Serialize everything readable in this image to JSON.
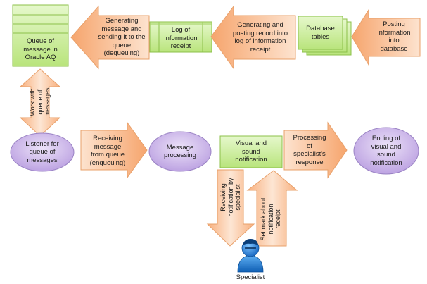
{
  "labels": {
    "queue_of_message": "Queue of\nmessage in\nOracle AQ",
    "generating_dequeuing": "Generating\nmessage and\nsending it to the\nqueue\n(dequeuing)",
    "log_of_information": "Log of\ninformation\nreceipt",
    "generating_posting": "Generating and\nposting record into\nlog of information\nreceipt",
    "database_tables": "Database\ntables",
    "posting_information": "Posting\ninformation\ninto\ndatabase",
    "work_with_queue": "Work with\nqueue of\nmessages",
    "listener": "Listener for\nqueue of\nmessages",
    "receiving_message": "Receiving\nmessage\nfrom queue\n(enqueuing)",
    "message_processing": "Message\nprocessing",
    "visual_sound_notification": "Visual and\nsound\nnotification",
    "processing_response": "Processing\nof\nspecialist's\nresponse",
    "ending_notification": "Ending of\nvisual and\nsound\nnotification",
    "receiving_by_specialist": "Receiving\nnotification by\nspecialist",
    "set_mark": "Set mark about\nnotification\nreceipt",
    "specialist": "Specialist"
  },
  "colors": {
    "arrow_fill": "#f9b98a",
    "arrow_stroke": "#e8a06a",
    "box_fill": "#c6ec8e",
    "box_stroke": "#8cc04a",
    "oval_fill": "#cdb6ea",
    "oval_stroke": "#9a83c4",
    "avatar_blue": "#1a88e0"
  },
  "icons": {
    "specialist": "user-avatar-icon"
  }
}
